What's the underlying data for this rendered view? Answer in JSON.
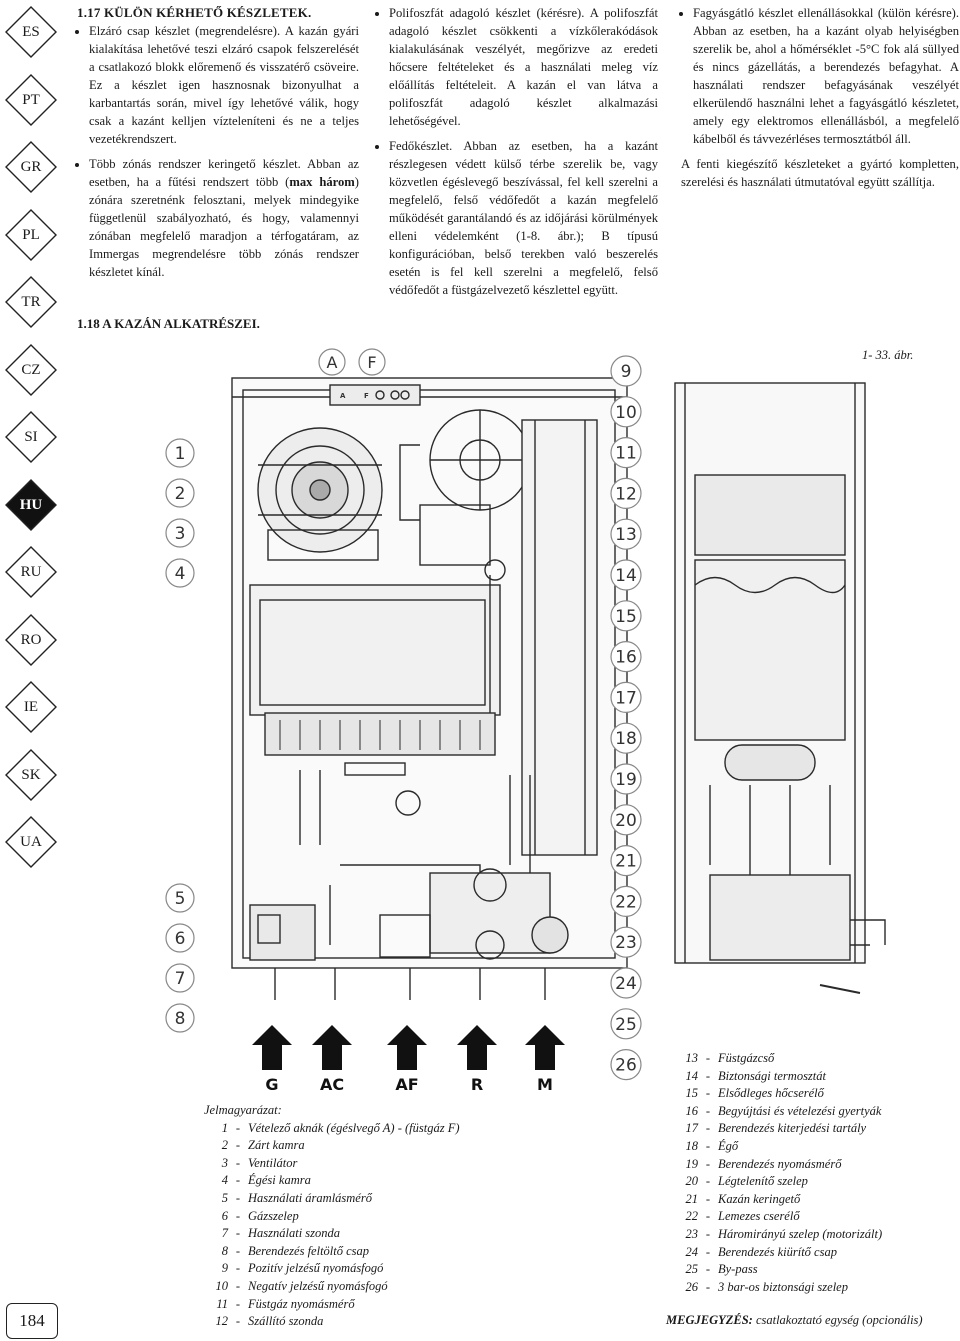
{
  "tabs": [
    {
      "label": "ES",
      "active": false
    },
    {
      "label": "PT",
      "active": false
    },
    {
      "label": "GR",
      "active": false
    },
    {
      "label": "PL",
      "active": false
    },
    {
      "label": "TR",
      "active": false
    },
    {
      "label": "CZ",
      "active": false
    },
    {
      "label": "SI",
      "active": false
    },
    {
      "label": "HU",
      "active": true
    },
    {
      "label": "RU",
      "active": false
    },
    {
      "label": "RO",
      "active": false
    },
    {
      "label": "IE",
      "active": false
    },
    {
      "label": "SK",
      "active": false
    },
    {
      "label": "UA",
      "active": false
    }
  ],
  "page_number": "184",
  "col1": {
    "heading": "1.17 KÜLÖN KÉRHETŐ KÉSZLETEK.",
    "b1": "Elzáró csap készlet (megrendelésre). A kazán gyári kialakítása lehetővé teszi elzáró csapok felszerelését a csatlakozó blokk előremenő és visszatérő csöveire. Ez a készlet igen hasznosnak bizonyulhat a karbantartás során, mivel így lehetővé válik, hogy csak a kazánt kelljen vízteleníteni és ne a teljes vezetékrendszert.",
    "b2_a": "Több zónás rendszer keringető készlet. Abban az esetben, ha a fűtési rendszert több (",
    "b2_bold": "max három",
    "b2_b": ") zónára szeretnénk felosztani, melyek mindegyike függetlenül szabályozható, és hogy, valamennyi zónában megfelelő maradjon a térfogatáram, az Immergas megrendelésre több zónás rendszer készletet kínál."
  },
  "col2": {
    "b1": "Polifoszfát adagoló készlet (kérésre). A polifoszfát adagoló készlet csökkenti a vízkőlerakódások kialakulásának veszélyét, megőrizve az eredeti hőcsere feltételeket és a használati meleg víz előállítás feltételeit. A kazán el van látva a polifoszfát adagoló készlet alkalmazási lehetőségével.",
    "b2": "Fedőkészlet. Abban az esetben, ha a kazánt részlegesen védett külső térbe szerelik be, vagy közvetlen égéslevegő beszívással, fel kell szerelni a megfelelő, felső védőfedőt a kazán megfelelő működését garantálandó és az időjárási körülmények elleni védelemként (1-8. ábr.); B típusú konfigurációban, belső terekben való beszerelés esetén is fel kell szerelni a megfelelő, felső védőfedőt a füstgázelvezető készlettel együtt."
  },
  "col3": {
    "b1": "Fagyásgátló készlet ellenállásokkal (külön kérésre). Abban az esetben, ha a kazánt olyab helyiségben szerelik be, ahol a hőmérséklet -5°C fok alá süllyed és nincs gázellátás, a berendezés befagyhat. A használati rendszer befagyásának veszélyét elkerülendő használni lehet a fagyásgátló készletet, amely egy elektromos ellenállásból, a megfelelő kábelből és távvezérléses termosztátból áll.",
    "p": "A fenti kiegészítő készleteket a gyártó kompletten, szerelési és használati útmutatóval együtt szállítja."
  },
  "section_118": "1.18 A KAZÁN ALKATRÉSZEI.",
  "figure_label": "1- 33. ábr.",
  "diagram": {
    "top_letters": [
      "A",
      "F"
    ],
    "left_numbers": [
      "1",
      "2",
      "3",
      "4",
      "5",
      "6",
      "7",
      "8"
    ],
    "right_numbers": [
      "9",
      "10",
      "11",
      "12",
      "13",
      "14",
      "15",
      "16",
      "17",
      "18",
      "19",
      "20",
      "21",
      "22",
      "23",
      "24",
      "25",
      "26"
    ],
    "bottom_labels": [
      "G",
      "AC",
      "AF",
      "R",
      "M"
    ],
    "plate_letters": [
      "A",
      "F"
    ]
  },
  "legend_title": "Jelmagyarázat:",
  "legend_left": [
    {
      "n": "1",
      "t": "Vételező aknák (égéslvegő A) - (füstgáz F)"
    },
    {
      "n": "2",
      "t": "Zárt kamra"
    },
    {
      "n": "3",
      "t": "Ventilátor"
    },
    {
      "n": "4",
      "t": "Égési kamra"
    },
    {
      "n": "5",
      "t": "Használati áramlásmérő"
    },
    {
      "n": "6",
      "t": "Gázszelep"
    },
    {
      "n": "7",
      "t": "Használati szonda"
    },
    {
      "n": "8",
      "t": "Berendezés feltöltő csap"
    },
    {
      "n": "9",
      "t": "Pozitív jelzésű nyomásfogó"
    },
    {
      "n": "10",
      "t": "Negatív jelzésű nyomásfogó"
    },
    {
      "n": "11",
      "t": "Füstgáz nyomásmérő"
    },
    {
      "n": "12",
      "t": "Szállító szonda"
    }
  ],
  "legend_right": [
    {
      "n": "13",
      "t": "Füstgázcső"
    },
    {
      "n": "14",
      "t": "Biztonsági termosztát"
    },
    {
      "n": "15",
      "t": "Elsődleges hőcserélő"
    },
    {
      "n": "16",
      "t": "Begyújtási és vételezési gyertyák"
    },
    {
      "n": "17",
      "t": "Berendezés kiterjedési tartály"
    },
    {
      "n": "18",
      "t": "Égő"
    },
    {
      "n": "19",
      "t": "Berendezés nyomásmérő"
    },
    {
      "n": "20",
      "t": "Légtelenítő szelep"
    },
    {
      "n": "21",
      "t": "Kazán keringető"
    },
    {
      "n": "22",
      "t": "Lemezes cserélő"
    },
    {
      "n": "23",
      "t": "Háromirányú szelep (motorizált)"
    },
    {
      "n": "24",
      "t": "Berendezés kiürítő csap"
    },
    {
      "n": "25",
      "t": "By-pass"
    },
    {
      "n": "26",
      "t": "3 bar-os biztonsági szelep"
    }
  ],
  "note_bold": "MEGJEGYZÉS:",
  "note_text": " csatlakoztató egység (opcionális)"
}
